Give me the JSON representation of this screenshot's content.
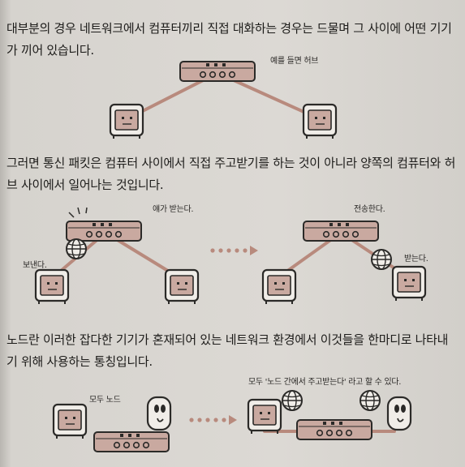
{
  "paragraphs": {
    "p1": "대부분의 경우 네트워크에서 컴퓨터끼리 직접 대화하는 경우는 드물며 그 사이에 어떤 기기가 끼어 있습니다.",
    "p2": "그러면 통신 패킷은 컴퓨터 사이에서 직접 주고받기를 하는 것이 아니라 양쪽의 컴퓨터와 허브 사이에서 일어나는 것입니다.",
    "p3": "노드란 이러한 잡다한 기기가 혼재되어 있는 네트워크 환경에서 이것들을 한마디로 나타내기 위해 사용하는 통칭입니다."
  },
  "annotations": {
    "hub_example": "예를 들면 허브",
    "hub_receives": "얘가 받는다.",
    "pc_sends": "보낸다.",
    "hub_forwards": "전송한다.",
    "pc_receives": "받는다.",
    "all_nodes": "모두 노드",
    "all_exchange": "모두 '노드 간에서 주고받는다' 라고 할 수 있다."
  },
  "colors": {
    "device_fill": "#c9a9a0",
    "cable": "#b88a7d",
    "ink": "#2b2a28",
    "arrow_dots": "#b88a7d"
  },
  "icons": [
    "hub-icon",
    "computer-icon",
    "speaker-icon",
    "globe-icon",
    "dotted-arrow-icon"
  ]
}
